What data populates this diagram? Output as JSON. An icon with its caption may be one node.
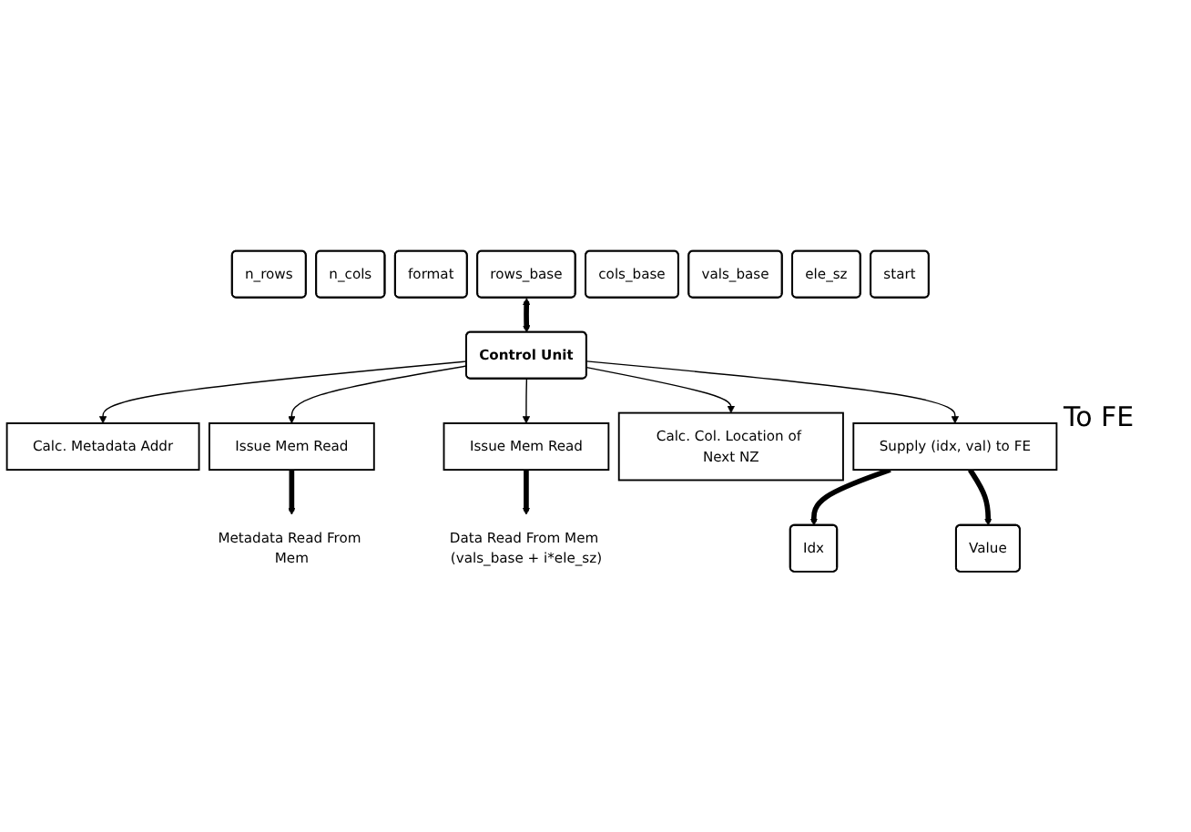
{
  "diagram": {
    "nodes": [
      {
        "text": [
          "n_rows"
        ]
      },
      {
        "text": [
          "n_cols"
        ]
      },
      {
        "text": [
          "format"
        ]
      },
      {
        "text": [
          "rows_base"
        ]
      },
      {
        "text": [
          "cols_base"
        ]
      },
      {
        "text": [
          "vals_base"
        ]
      },
      {
        "text": [
          "ele_sz"
        ]
      },
      {
        "text": [
          "start"
        ]
      },
      {
        "text": [
          "Control Unit"
        ]
      },
      {
        "text": [
          "Calc. Metadata Addr"
        ]
      },
      {
        "text": [
          "Issue Mem Read"
        ]
      },
      {
        "text": [
          "Issue Mem Read"
        ]
      },
      {
        "text": [
          "Calc. Col. Location of Next NZ"
        ]
      },
      {
        "text": [
          "Supply (idx, val) to FE"
        ]
      },
      {
        "text": [
          "Idx"
        ]
      },
      {
        "text": [
          "Value"
        ]
      },
      {
        "text": [
          "Metadata Read From Mem"
        ]
      },
      {
        "text": [
          "Data Read From Mem (vals_base + i*ele_sz)"
        ]
      }
    ],
    "edges": [
      {
        "from": 3,
        "to": 8,
        "arrow": "both",
        "style": "thick"
      },
      {
        "from": 8,
        "to": 9,
        "arrow": "to"
      },
      {
        "from": 8,
        "to": 10,
        "arrow": "to"
      },
      {
        "from": 8,
        "to": 11,
        "arrow": "to"
      },
      {
        "from": 8,
        "to": 12,
        "arrow": "to"
      },
      {
        "from": 8,
        "to": 13,
        "arrow": "to"
      },
      {
        "from": 13,
        "to": 14,
        "arrow": "to",
        "style": "thick"
      },
      {
        "from": 13,
        "to": 15,
        "arrow": "to",
        "style": "thick"
      },
      {
        "from": 10,
        "to": 16,
        "arrow": "to",
        "style": "thick"
      },
      {
        "from": 11,
        "to": 17,
        "arrow": "to",
        "style": "thick"
      }
    ],
    "labels": [
      "To FE"
    ]
  }
}
